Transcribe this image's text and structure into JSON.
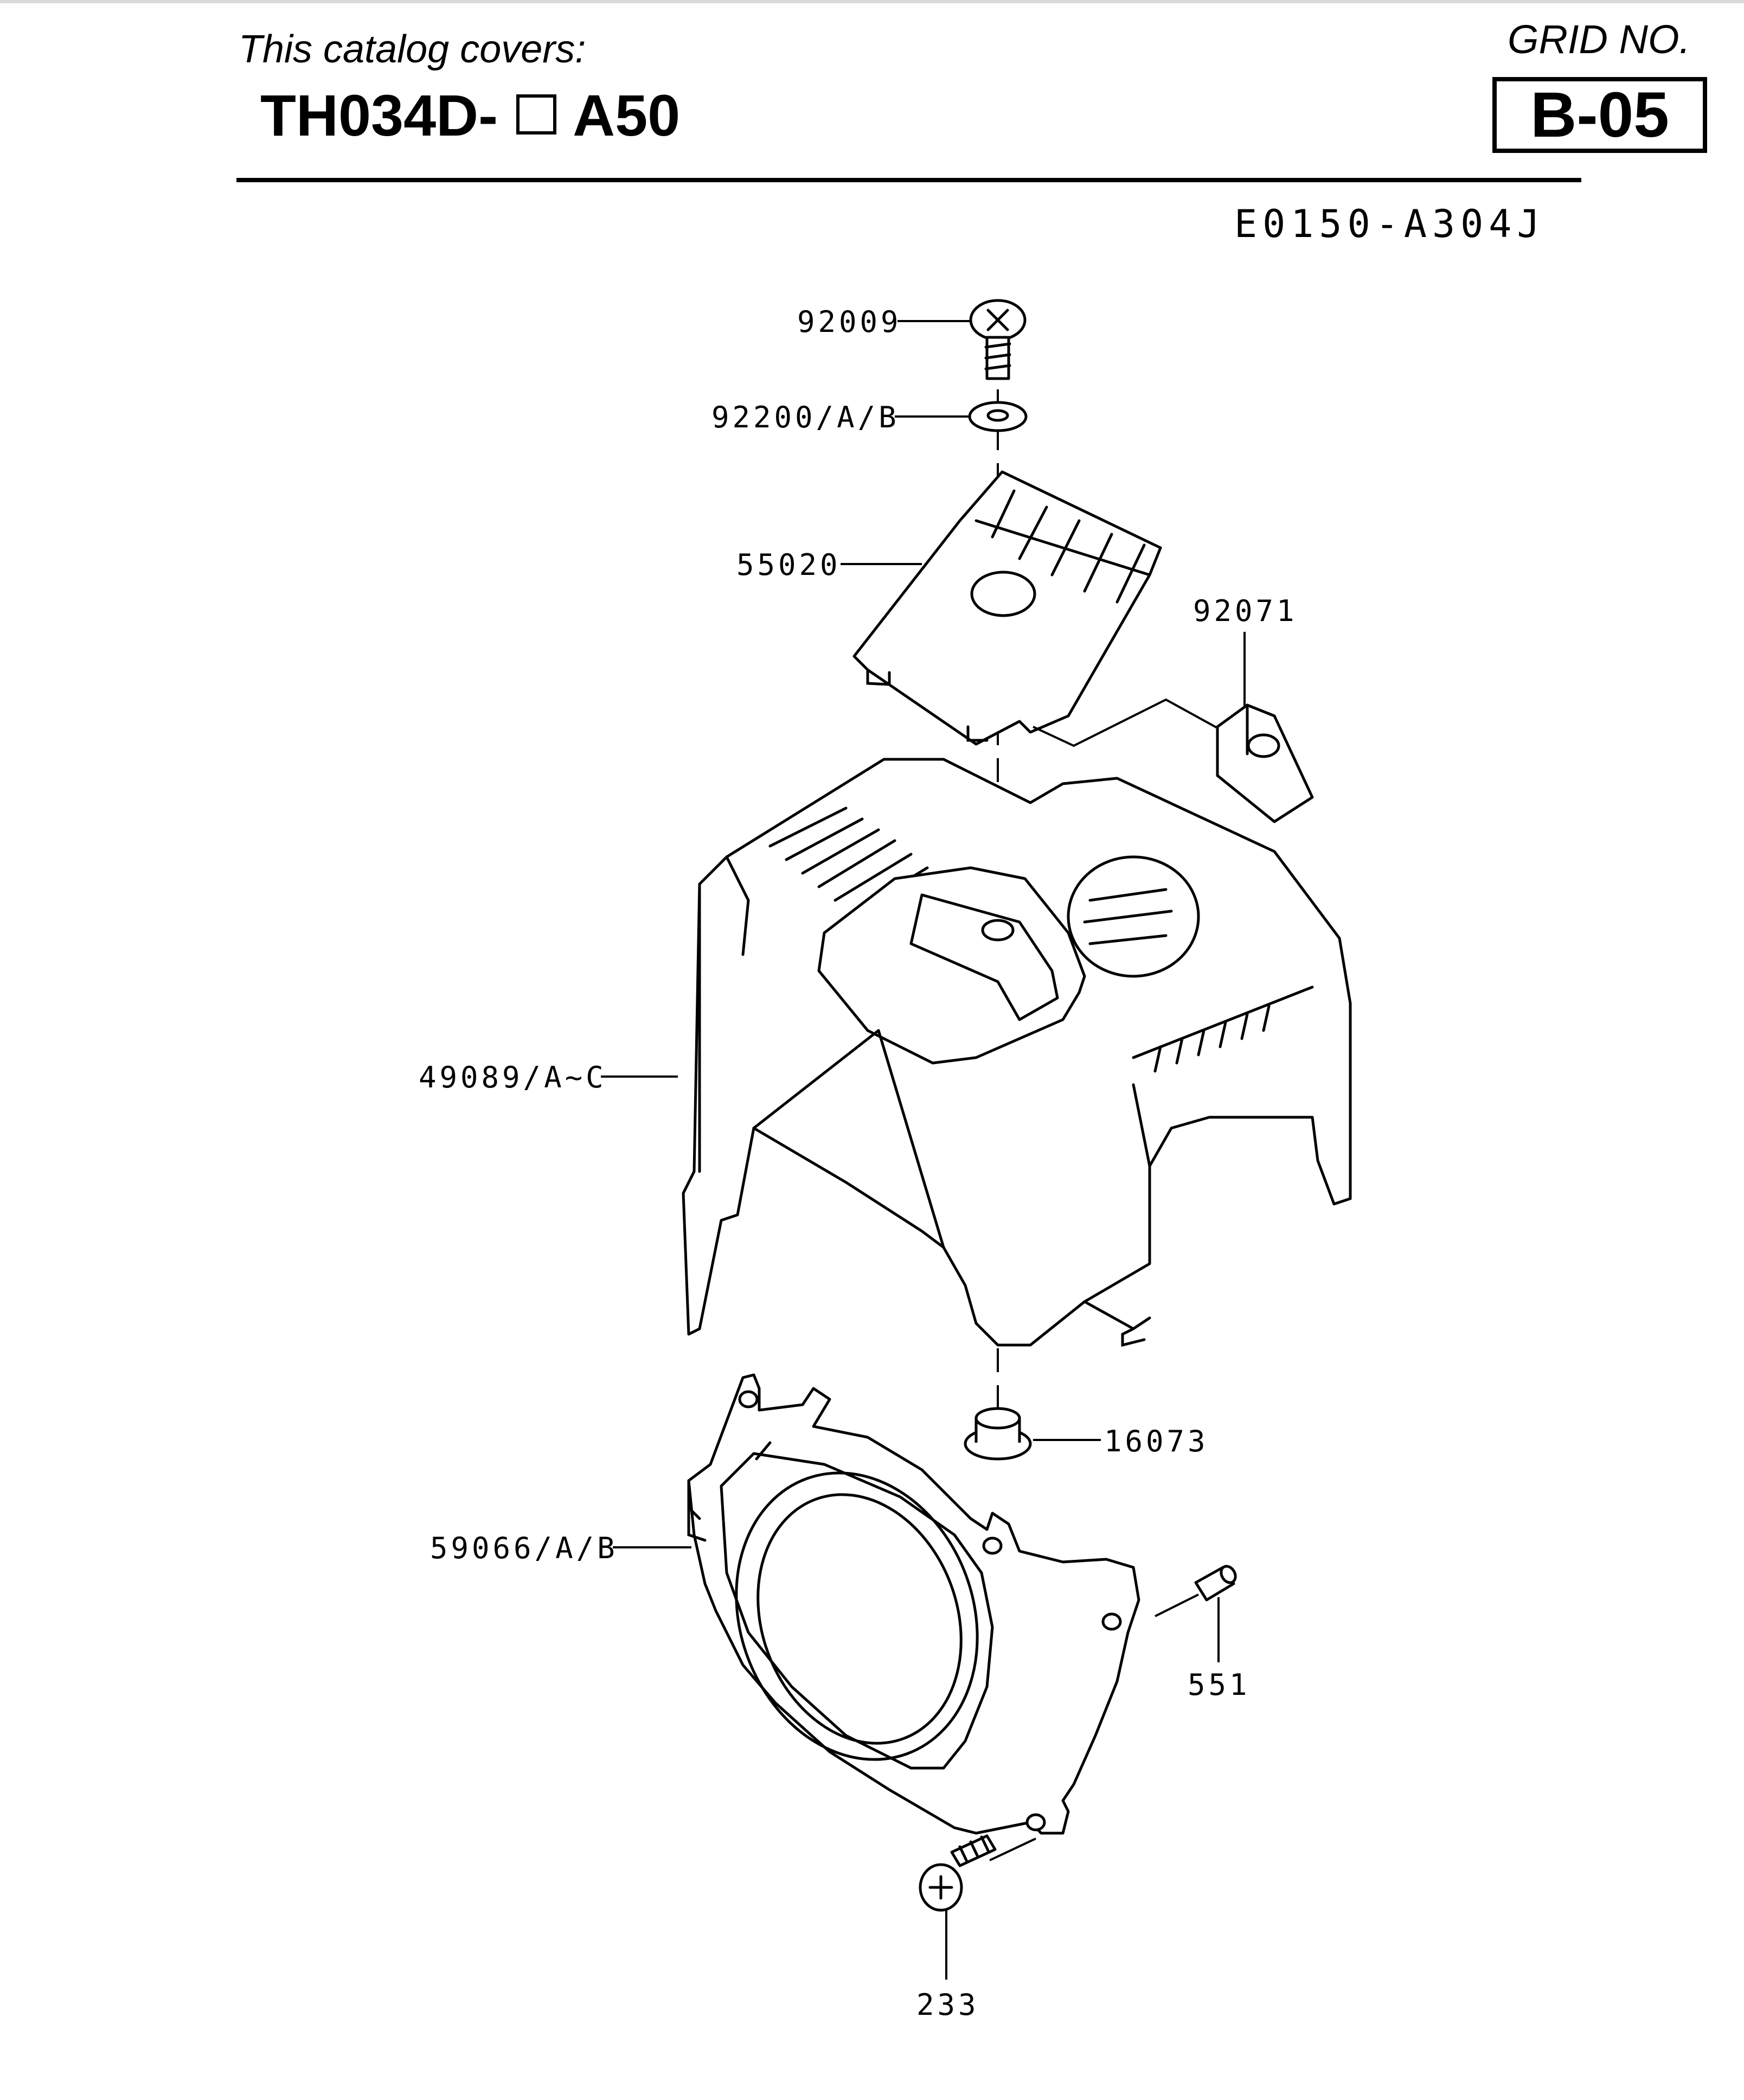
{
  "header": {
    "covers_label": "This catalog covers:",
    "model_prefix": "TH034D-",
    "model_suffix": "A50",
    "grid_label": "GRID NO.",
    "grid_number": "B-05",
    "diagram_ref": "E0150-A304J"
  },
  "callouts": [
    {
      "id": "screw-top",
      "label": "92009"
    },
    {
      "id": "washer",
      "label": "92200/A/B"
    },
    {
      "id": "top-cover",
      "label": "55020"
    },
    {
      "id": "clip",
      "label": "92071"
    },
    {
      "id": "shroud",
      "label": "49089/A~C"
    },
    {
      "id": "grommet",
      "label": "16073"
    },
    {
      "id": "fan-housing",
      "label": "59066/A/B"
    },
    {
      "id": "pin",
      "label": "551"
    },
    {
      "id": "screw-bottom",
      "label": "233"
    }
  ]
}
